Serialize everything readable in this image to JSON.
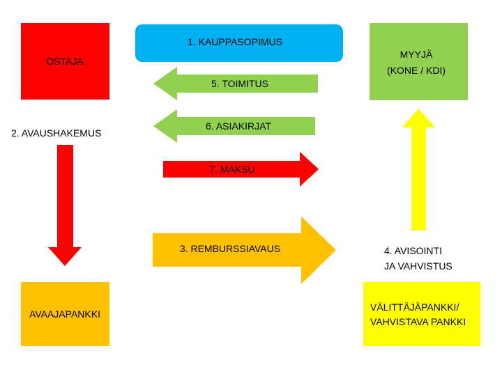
{
  "diagram": {
    "boxes": {
      "ostaja": {
        "label": "OSTAJA",
        "color": "#ff0000"
      },
      "kauppasopimus": {
        "label": "1. KAUPPASOPIMUS",
        "color": "#00b0f0"
      },
      "myyja": {
        "line1": "MYYJÄ",
        "line2": "(KONE / KDI)",
        "color": "#92d050"
      },
      "avaajapankki": {
        "label": "AVAAJAPANKKI",
        "color": "#ffc000"
      },
      "valittajapankki": {
        "line1": "VÄLITTÄJÄPANKKI/",
        "line2": "VAHVISTAVA PANKKI",
        "color": "#ffff00"
      }
    },
    "arrows": {
      "toimitus": {
        "label": "5. TOIMITUS",
        "color": "#92d050"
      },
      "asiakirjat": {
        "label": "6. ASIAKIRJAT",
        "color": "#92d050"
      },
      "maksu": {
        "label": "7. MAKSU",
        "color": "#ff0000"
      },
      "remburssiavaus": {
        "label": "3. REMBURSSIAVAUS",
        "color": "#ffc000"
      },
      "avaushakemus_arrow": {
        "color": "#ff0000"
      },
      "avisointi_arrow": {
        "color": "#ffff00"
      }
    },
    "labels": {
      "avaushakemus": "2. AVAUSHAKEMUS",
      "avisointi_line1": "4. AVISOINTI",
      "avisointi_line2": "JA VAHVISTUS"
    }
  }
}
